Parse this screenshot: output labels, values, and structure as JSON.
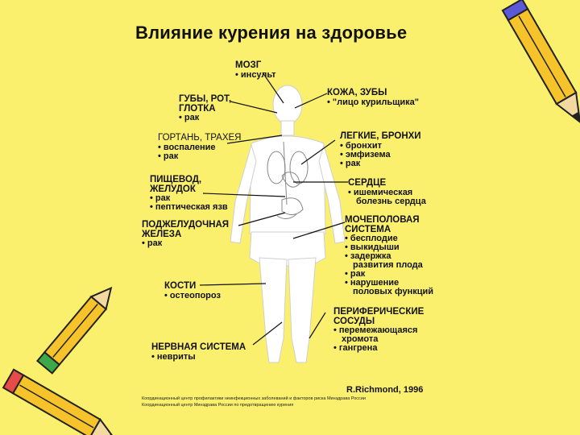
{
  "title": "Влияние курения на здоровье",
  "labels": {
    "brain": {
      "heading": [
        "МОЗГ"
      ],
      "items": [
        "• инсульт"
      ]
    },
    "lips": {
      "heading": [
        "ГУБЫ, РОТ,",
        "ГЛОТКА"
      ],
      "items": [
        "• рак"
      ]
    },
    "skin": {
      "heading": [
        "КОЖА, ЗУБЫ"
      ],
      "items": [
        "• \"лицо курильщика\""
      ]
    },
    "larynx": {
      "heading": [
        "ГОРТАНЬ, ТРАХЕЯ"
      ],
      "items": [
        "• воспаление",
        "• рак"
      ]
    },
    "lungs": {
      "heading": [
        "ЛЕГКИЕ, БРОНХИ"
      ],
      "items": [
        "• бронхит",
        "• эмфизема",
        "• рак"
      ]
    },
    "esophagus": {
      "heading": [
        "ПИЩЕВОД,",
        "ЖЕЛУДОК"
      ],
      "items": [
        "• рак",
        "• пептическая язв"
      ]
    },
    "heart": {
      "heading": [
        "СЕРДЦЕ"
      ],
      "items": [
        "• ишемическая",
        "болезнь сердца"
      ]
    },
    "pancreas": {
      "heading": [
        "ПОДЖЕЛУДОЧНАЯ",
        "ЖЕЛЕЗА"
      ],
      "items": [
        "• рак"
      ]
    },
    "urogenital": {
      "heading": [
        "МОЧЕПОЛОВАЯ",
        "СИСТЕМА"
      ],
      "items": [
        "• бесплодие",
        "• выкидыши",
        "• задержка",
        "развития плода",
        "• рак",
        "• нарушение",
        "половых функций"
      ]
    },
    "bones": {
      "heading": [
        "КОСТИ"
      ],
      "items": [
        "• остеопороз"
      ]
    },
    "vessels": {
      "heading": [
        "ПЕРИФЕРИЧЕСКИЕ",
        "СОСУДЫ"
      ],
      "items": [
        "• перемежающаяся",
        "хромота",
        "• гангрена"
      ]
    },
    "nervous": {
      "heading": [
        "НЕРВНАЯ СИСТЕМА"
      ],
      "items": [
        "• невриты"
      ]
    }
  },
  "credit": "R.Richmond, 1996",
  "footer": [
    "Координационный центр профилактики неинфекционных заболеваний и факторов риска Минздрава России",
    "Координационный центр Минздрава России по предотвращению курения"
  ],
  "colors": {
    "background": "#fbf06e",
    "pencil_body": "#f6c42a",
    "pencil_outline": "#222222",
    "eraser": "#e84a4a",
    "tip_green": "#3da84a",
    "figure": "#ffffff"
  }
}
